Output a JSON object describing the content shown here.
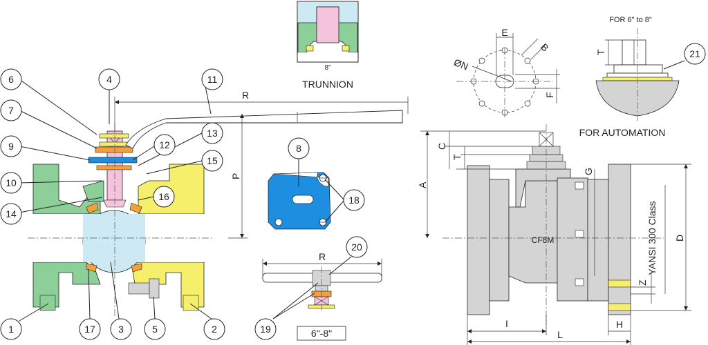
{
  "callouts": {
    "c1": "1",
    "c2": "2",
    "c3": "3",
    "c4": "4",
    "c5": "5",
    "c6": "6",
    "c7": "7",
    "c8": "8",
    "c9": "9",
    "c10": "10",
    "c11": "11",
    "c12": "12",
    "c13": "13",
    "c14": "14",
    "c15": "15",
    "c16": "16",
    "c17": "17",
    "c18": "18",
    "c19": "19",
    "c20": "20",
    "c21": "21"
  },
  "dims": {
    "R_top": "R",
    "P": "P",
    "R_small": "R",
    "E": "E",
    "B": "B",
    "N": "ØN",
    "F": "F",
    "T_top": "T",
    "A": "A",
    "C": "C",
    "T_mid": "T",
    "G": "G",
    "D": "D",
    "Z": "Z",
    "I": "I",
    "L": "L",
    "H": "H"
  },
  "texts": {
    "trunnion_size": "8\"",
    "trunnion_label": "TRUNNION",
    "for_6_8": "FOR 6\" to 8\"",
    "for_automation": "FOR AUTOMATION",
    "body_material": "CF8M",
    "class_label": "YANSI 300 Class",
    "size_box": "6\"-8\""
  },
  "colors": {
    "green": "#8ccf99",
    "yellow": "#f6ef6c",
    "pink": "#f4c4dc",
    "lightblue": "#cdeaf4",
    "blue": "#1e8fe0",
    "orange": "#f2a13a",
    "gray": "#d4d4d4"
  }
}
